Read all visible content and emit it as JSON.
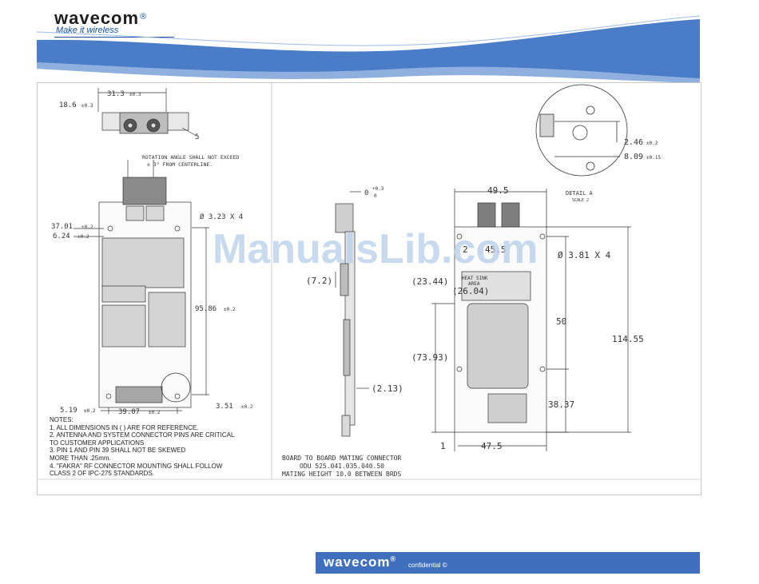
{
  "header": {
    "logo_text": "wavecom",
    "logo_mark": "®",
    "tagline": "Make it wireless"
  },
  "drawing": {
    "top_view": {
      "dim_width": "31.3",
      "dim_width_tol": "±0.3",
      "dim_height": "18.6",
      "dim_height_tol": "±0.3",
      "dim_small": "5"
    },
    "front_view": {
      "rotation_note_1": "ROTATION ANGLE SHALL NOT EXCEED",
      "rotation_note_2": "± 3° FROM CENTERLINE.",
      "hole_spec": "Ø  3.23 X 4",
      "dim_3701": "37.01",
      "tol_3701": "±0.2",
      "dim_624": "6.24",
      "tol_624": "±0.2",
      "dim_9586": "95.86",
      "tol_9586": "±0.2",
      "dim_519": "5.19",
      "tol_519": "±0.2",
      "dim_3907": "39.07",
      "tol_3907": "±0.2",
      "dim_351": "3.51",
      "tol_351": "±0.2"
    },
    "side_view": {
      "dim_0": "0",
      "dim_0_tol_top": "+0.3",
      "dim_0_tol_bot": "0",
      "dim_72": "(7.2)",
      "dim_213": "(2.13)"
    },
    "rear_view": {
      "dim_495": "49.5",
      "detail_label": "DETAIL A",
      "detail_scale": "SCALE 2",
      "dim_2": "2",
      "dim_455": "45.5",
      "hole_spec": "Ø  3.81 X 4",
      "dim_2344": "(23.44)",
      "heat_sink_1": "HEAT SINK",
      "heat_sink_2": "AREA",
      "dim_2604": "(26.04)",
      "dim_50": "50",
      "dim_11455": "114.55",
      "dim_7393": "(73.93)",
      "dim_3837": "38.37",
      "dim_1": "1",
      "dim_475": "47.5"
    },
    "detail_view": {
      "dim_246": "2.46",
      "tol_246": "±0.2",
      "dim_809": "8.09",
      "tol_809": "±0.15"
    }
  },
  "notes": {
    "title": "NOTES:",
    "lines": [
      "1.  ALL DIMENSIONS IN ( ) ARE FOR REFERENCE.",
      "2.  ANTENNA AND SYSTEM CONNECTOR PINS ARE CRITICAL",
      "     TO CUSTOMER APPLICATIONS",
      "3.  PIN 1 AND PIN 39 SHALL NOT BE SKEWED",
      "     MORE THAN .25mm.",
      "4.  \"FAKRA\" RF CONNECTOR MOUNTING SHALL FOLLOW",
      "     CLASS 2 OF IPC-275 STANDARDS."
    ]
  },
  "mating": {
    "line1": "BOARD TO BOARD MATING CONNECTOR",
    "line2": "ODU 525.041.035.040.50",
    "line3": "MATING HEIGHT 10.0 BETWEEN BRDS"
  },
  "watermark": "ManualsLib.com",
  "footer": {
    "logo_text": "wavecom",
    "logo_mark": "®",
    "confidential": "confidential ©"
  },
  "colors": {
    "brand_blue": "#3f6fbd",
    "banner_blue": "#4a7cc8",
    "watermark": "#b7cde9"
  }
}
